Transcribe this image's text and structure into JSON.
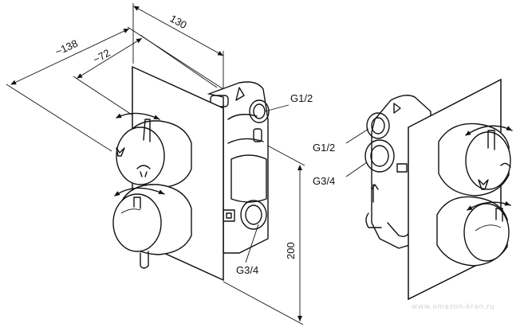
{
  "dimensions": {
    "width_130": "130",
    "depth_138": "~138",
    "depth_72": "~72",
    "height_200": "200"
  },
  "labels": {
    "left_top_thread": "G1/2",
    "left_bottom_thread": "G3/4",
    "right_top_thread": "G1/2",
    "right_bottom_thread": "G3/4"
  },
  "watermark": "www.amazon-kran.ru"
}
